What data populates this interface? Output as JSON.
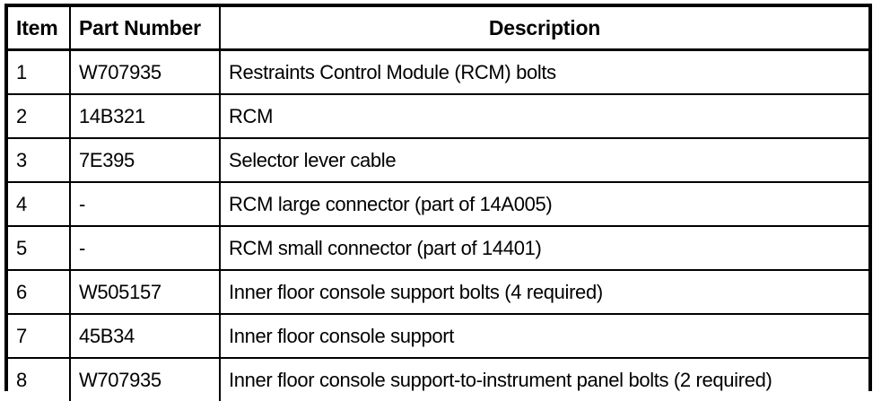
{
  "table": {
    "name": "parts-reference-table",
    "columns": [
      {
        "key": "item",
        "label": "Item",
        "align": "left"
      },
      {
        "key": "part_number",
        "label": "Part Number",
        "align": "left"
      },
      {
        "key": "description",
        "label": "Description",
        "align": "center"
      }
    ],
    "rows": [
      {
        "item": "1",
        "part_number": "W707935",
        "description": "Restraints Control Module (RCM) bolts"
      },
      {
        "item": "2",
        "part_number": "14B321",
        "description": "RCM"
      },
      {
        "item": "3",
        "part_number": "7E395",
        "description": "Selector lever cable"
      },
      {
        "item": "4",
        "part_number": "-",
        "description": "RCM large connector (part of 14A005)"
      },
      {
        "item": "5",
        "part_number": "-",
        "description": "RCM small connector (part of 14401)"
      },
      {
        "item": "6",
        "part_number": "W505157",
        "description": "Inner floor console support bolts (4 required)"
      },
      {
        "item": "7",
        "part_number": "45B34",
        "description": "Inner floor console support"
      },
      {
        "item": "8",
        "part_number": "W707935",
        "description": "Inner floor console support-to-instrument panel bolts (2 required)"
      }
    ]
  },
  "style": {
    "border_color": "#000000",
    "text_color": "#000000",
    "background_color": "#ffffff"
  }
}
